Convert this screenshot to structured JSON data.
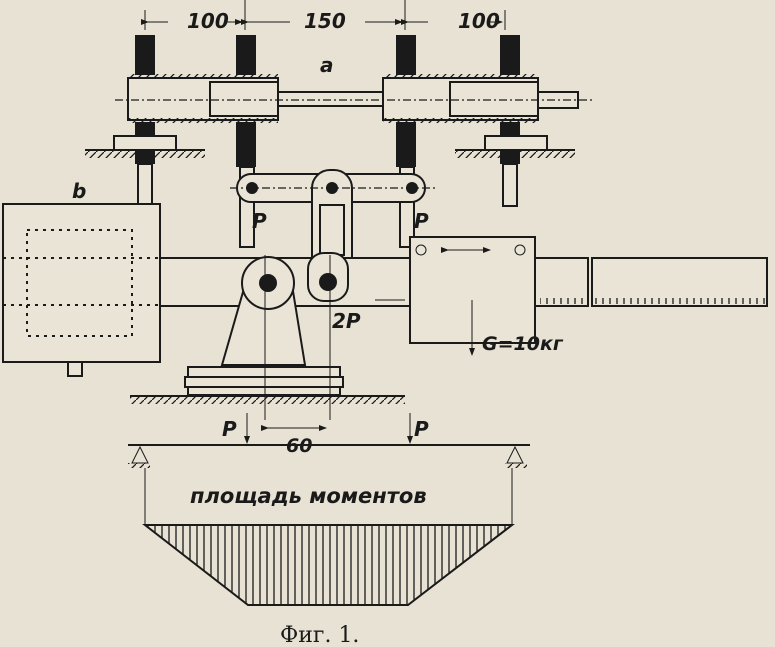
{
  "figure": {
    "caption": "Фиг. 1.",
    "dimensions": {
      "left": "100",
      "middle": "150",
      "right": "100",
      "pivot_offset": "60"
    },
    "labels": {
      "shaft": "a",
      "counterweight_arm": "b",
      "force_left": "P",
      "force_right": "P",
      "force_center": "2P",
      "weight": "G=10кг",
      "diagram_force_left": "P",
      "diagram_force_right": "P",
      "moment_area": "площадь моментов"
    }
  }
}
